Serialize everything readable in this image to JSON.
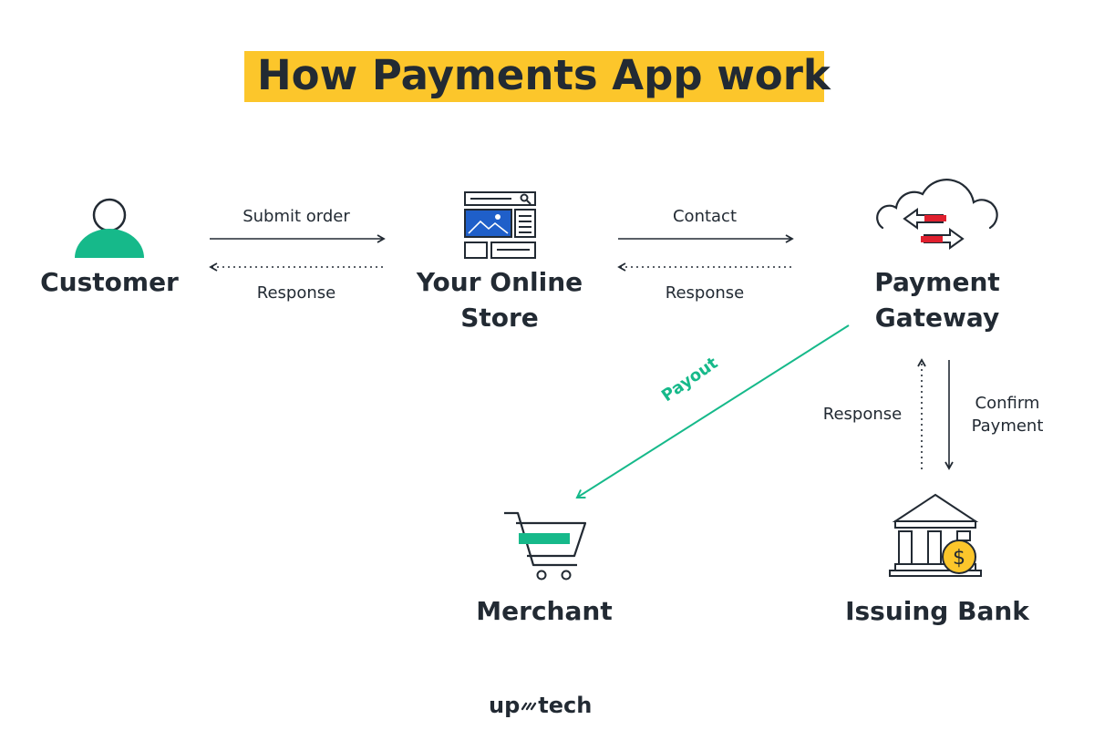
{
  "title": "How Payments App work",
  "nodes": {
    "customer": "Customer",
    "store_line1": "Your Online",
    "store_line2": "Store",
    "gateway_line1": "Payment",
    "gateway_line2": "Gateway",
    "merchant": "Merchant",
    "bank": "Issuing Bank"
  },
  "edges": {
    "submit_order": "Submit order",
    "response_customer": "Response",
    "contact": "Contact",
    "response_store": "Response",
    "payout": "Payout",
    "response_bank": "Response",
    "confirm_line1": "Confirm",
    "confirm_line2": "Payment"
  },
  "logo": {
    "left": "up",
    "right": "tech"
  },
  "colors": {
    "title_highlight": "#fcc62b",
    "accent_green": "#16b98a",
    "accent_blue": "#1f5fc9",
    "accent_red": "#e0202e",
    "coin_yellow": "#fcc62b",
    "text": "#222a33"
  },
  "icons": [
    "person-icon",
    "web-store-icon",
    "cloud-exchange-icon",
    "shopping-cart-icon",
    "bank-icon"
  ]
}
